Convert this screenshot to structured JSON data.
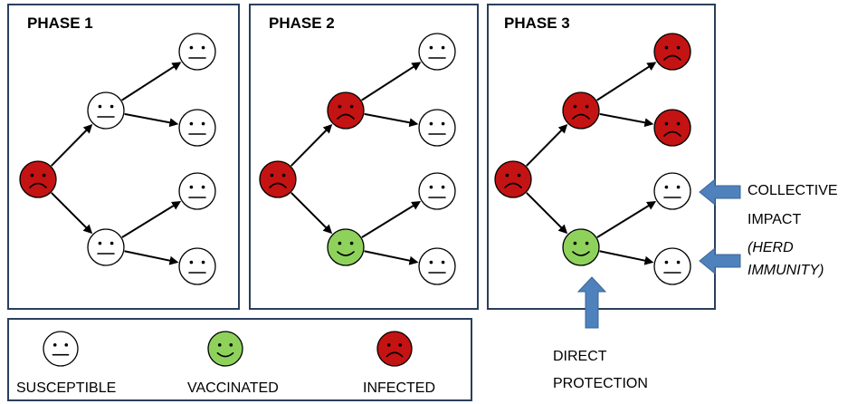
{
  "colors": {
    "susceptible": "#ffffff",
    "vaccinated": "#8ed25c",
    "infected": "#c41313",
    "arrow_blue": "#4f81bd",
    "border": "#2b3f5c"
  },
  "face_states": {
    "susceptible": "neutral",
    "vaccinated": "smile",
    "infected": "frown"
  },
  "panels": [
    {
      "title": "PHASE 1",
      "nodes": [
        "infected",
        "susceptible",
        "susceptible",
        "susceptible",
        "susceptible",
        "susceptible",
        "susceptible"
      ]
    },
    {
      "title": "PHASE 2",
      "nodes": [
        "infected",
        "infected",
        "vaccinated",
        "susceptible",
        "susceptible",
        "susceptible",
        "susceptible"
      ]
    },
    {
      "title": "PHASE 3",
      "nodes": [
        "infected",
        "infected",
        "vaccinated",
        "infected",
        "infected",
        "susceptible",
        "susceptible"
      ]
    }
  ],
  "legend": [
    {
      "state": "susceptible",
      "label": "SUSCEPTIBLE"
    },
    {
      "state": "vaccinated",
      "label": "VACCINATED"
    },
    {
      "state": "infected",
      "label": "INFECTED"
    }
  ],
  "annotations": {
    "collective": [
      "COLLECTIVE",
      "IMPACT"
    ],
    "herd": [
      "(HERD",
      "IMMUNITY)"
    ],
    "direct": [
      "DIRECT",
      "PROTECTION"
    ]
  }
}
